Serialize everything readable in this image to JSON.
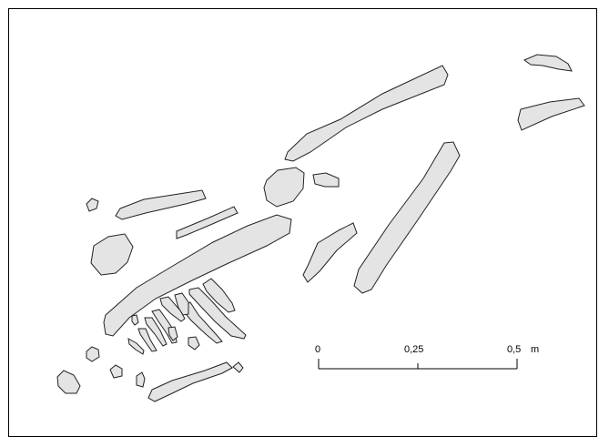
{
  "diagram": {
    "fragment_fill": "#e4e4e4",
    "fragment_stroke": "#222222"
  },
  "scale_bar": {
    "tick_labels": [
      "0",
      "0,25",
      "0,5"
    ],
    "unit": "m"
  }
}
